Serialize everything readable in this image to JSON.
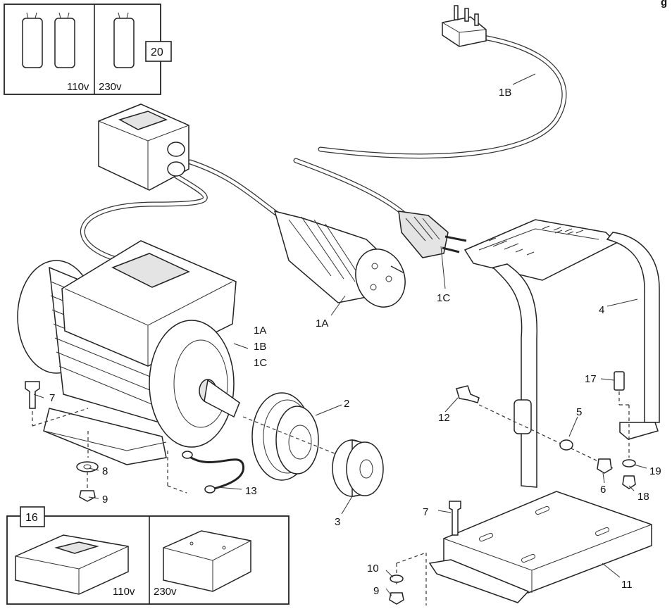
{
  "page_corner_mark": "g",
  "capacitor_box": {
    "number": "20",
    "left_voltage": "110v",
    "right_voltage": "230v"
  },
  "switch_box": {
    "number": "16",
    "left_voltage": "110v",
    "right_voltage": "230v"
  },
  "callouts": {
    "plug_uk": "1B",
    "plug_cee": "1A",
    "plug_euro": "1C",
    "motor_a": "1A",
    "motor_b": "1B",
    "motor_c": "1C",
    "pulley": "2",
    "taper_bush": "3",
    "handle": "4",
    "washer_handle": "5",
    "nut_handle": "6",
    "bolt_motor": "7",
    "bolt_plate": "7",
    "washer_motor": "8",
    "nut_motor": "9",
    "nut_plate": "9",
    "washer_plate": "10",
    "base_plate": "11",
    "bolt_handle": "12",
    "earth_lead": "13",
    "screw_handle_foot": "17",
    "nut_handle_foot": "18",
    "washer_handle_foot": "19"
  }
}
